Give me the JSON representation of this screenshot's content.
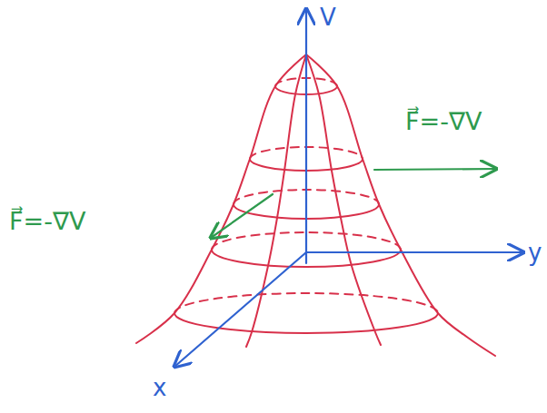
{
  "diagram": {
    "labels": [
      "V",
      "F⃗=-∇V",
      "F⃗=-∇V",
      "y",
      "x"
    ]
  }
}
